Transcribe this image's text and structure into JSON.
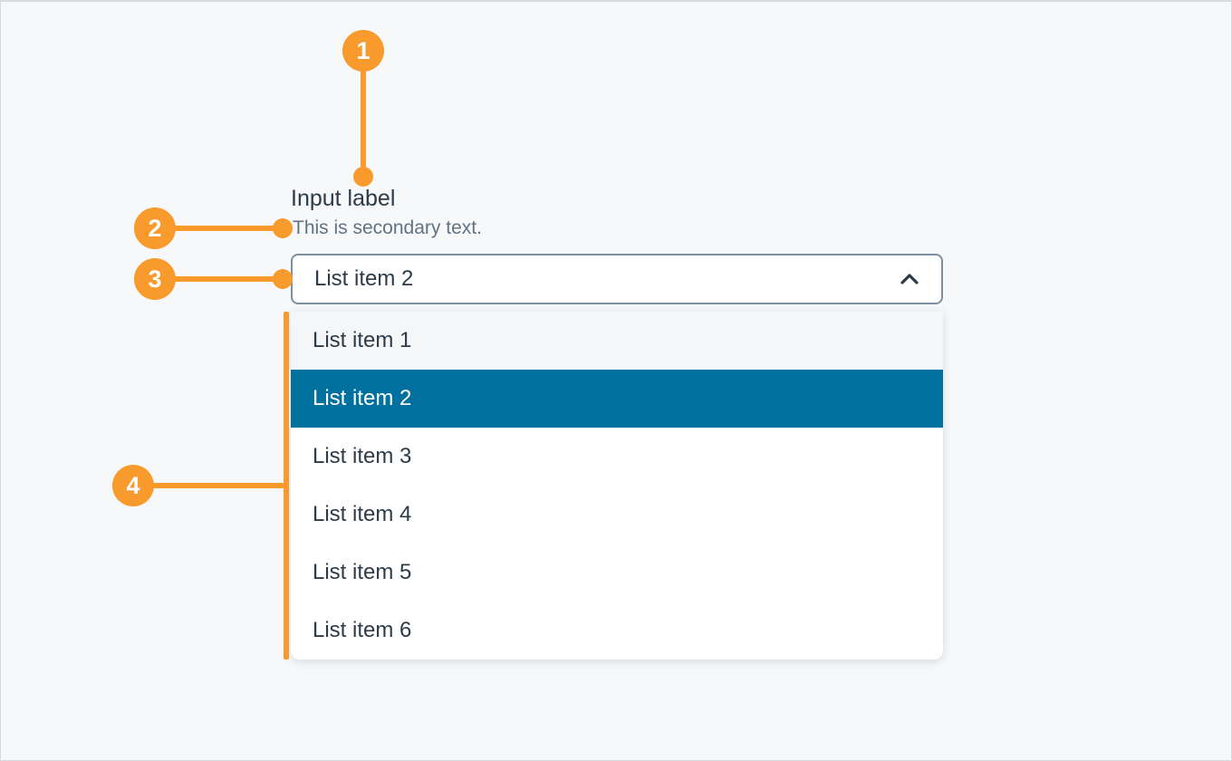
{
  "colors": {
    "accent": "#f89b2c",
    "teal": "#00719f",
    "bg": "#f7f8fa",
    "text": "#2d3b49",
    "muted": "#617283",
    "field-border": "#7e90a0",
    "row-hover": "#f4f6f8"
  },
  "callouts": [
    {
      "number": "1",
      "target": "input-label"
    },
    {
      "number": "2",
      "target": "secondary-text"
    },
    {
      "number": "3",
      "target": "select-trigger"
    },
    {
      "number": "4",
      "target": "option-list"
    }
  ],
  "field": {
    "label": "Input label",
    "secondary_text": "This is secondary text.",
    "selected_value": "List item 2",
    "chevron_icon": "chevron-up"
  },
  "dropdown": {
    "items": [
      {
        "label": "List item 1",
        "state": "hover"
      },
      {
        "label": "List item 2",
        "state": "selected"
      },
      {
        "label": "List item 3",
        "state": "default"
      },
      {
        "label": "List item 4",
        "state": "default"
      },
      {
        "label": "List item 5",
        "state": "default"
      },
      {
        "label": "List item 6",
        "state": "default"
      }
    ]
  }
}
